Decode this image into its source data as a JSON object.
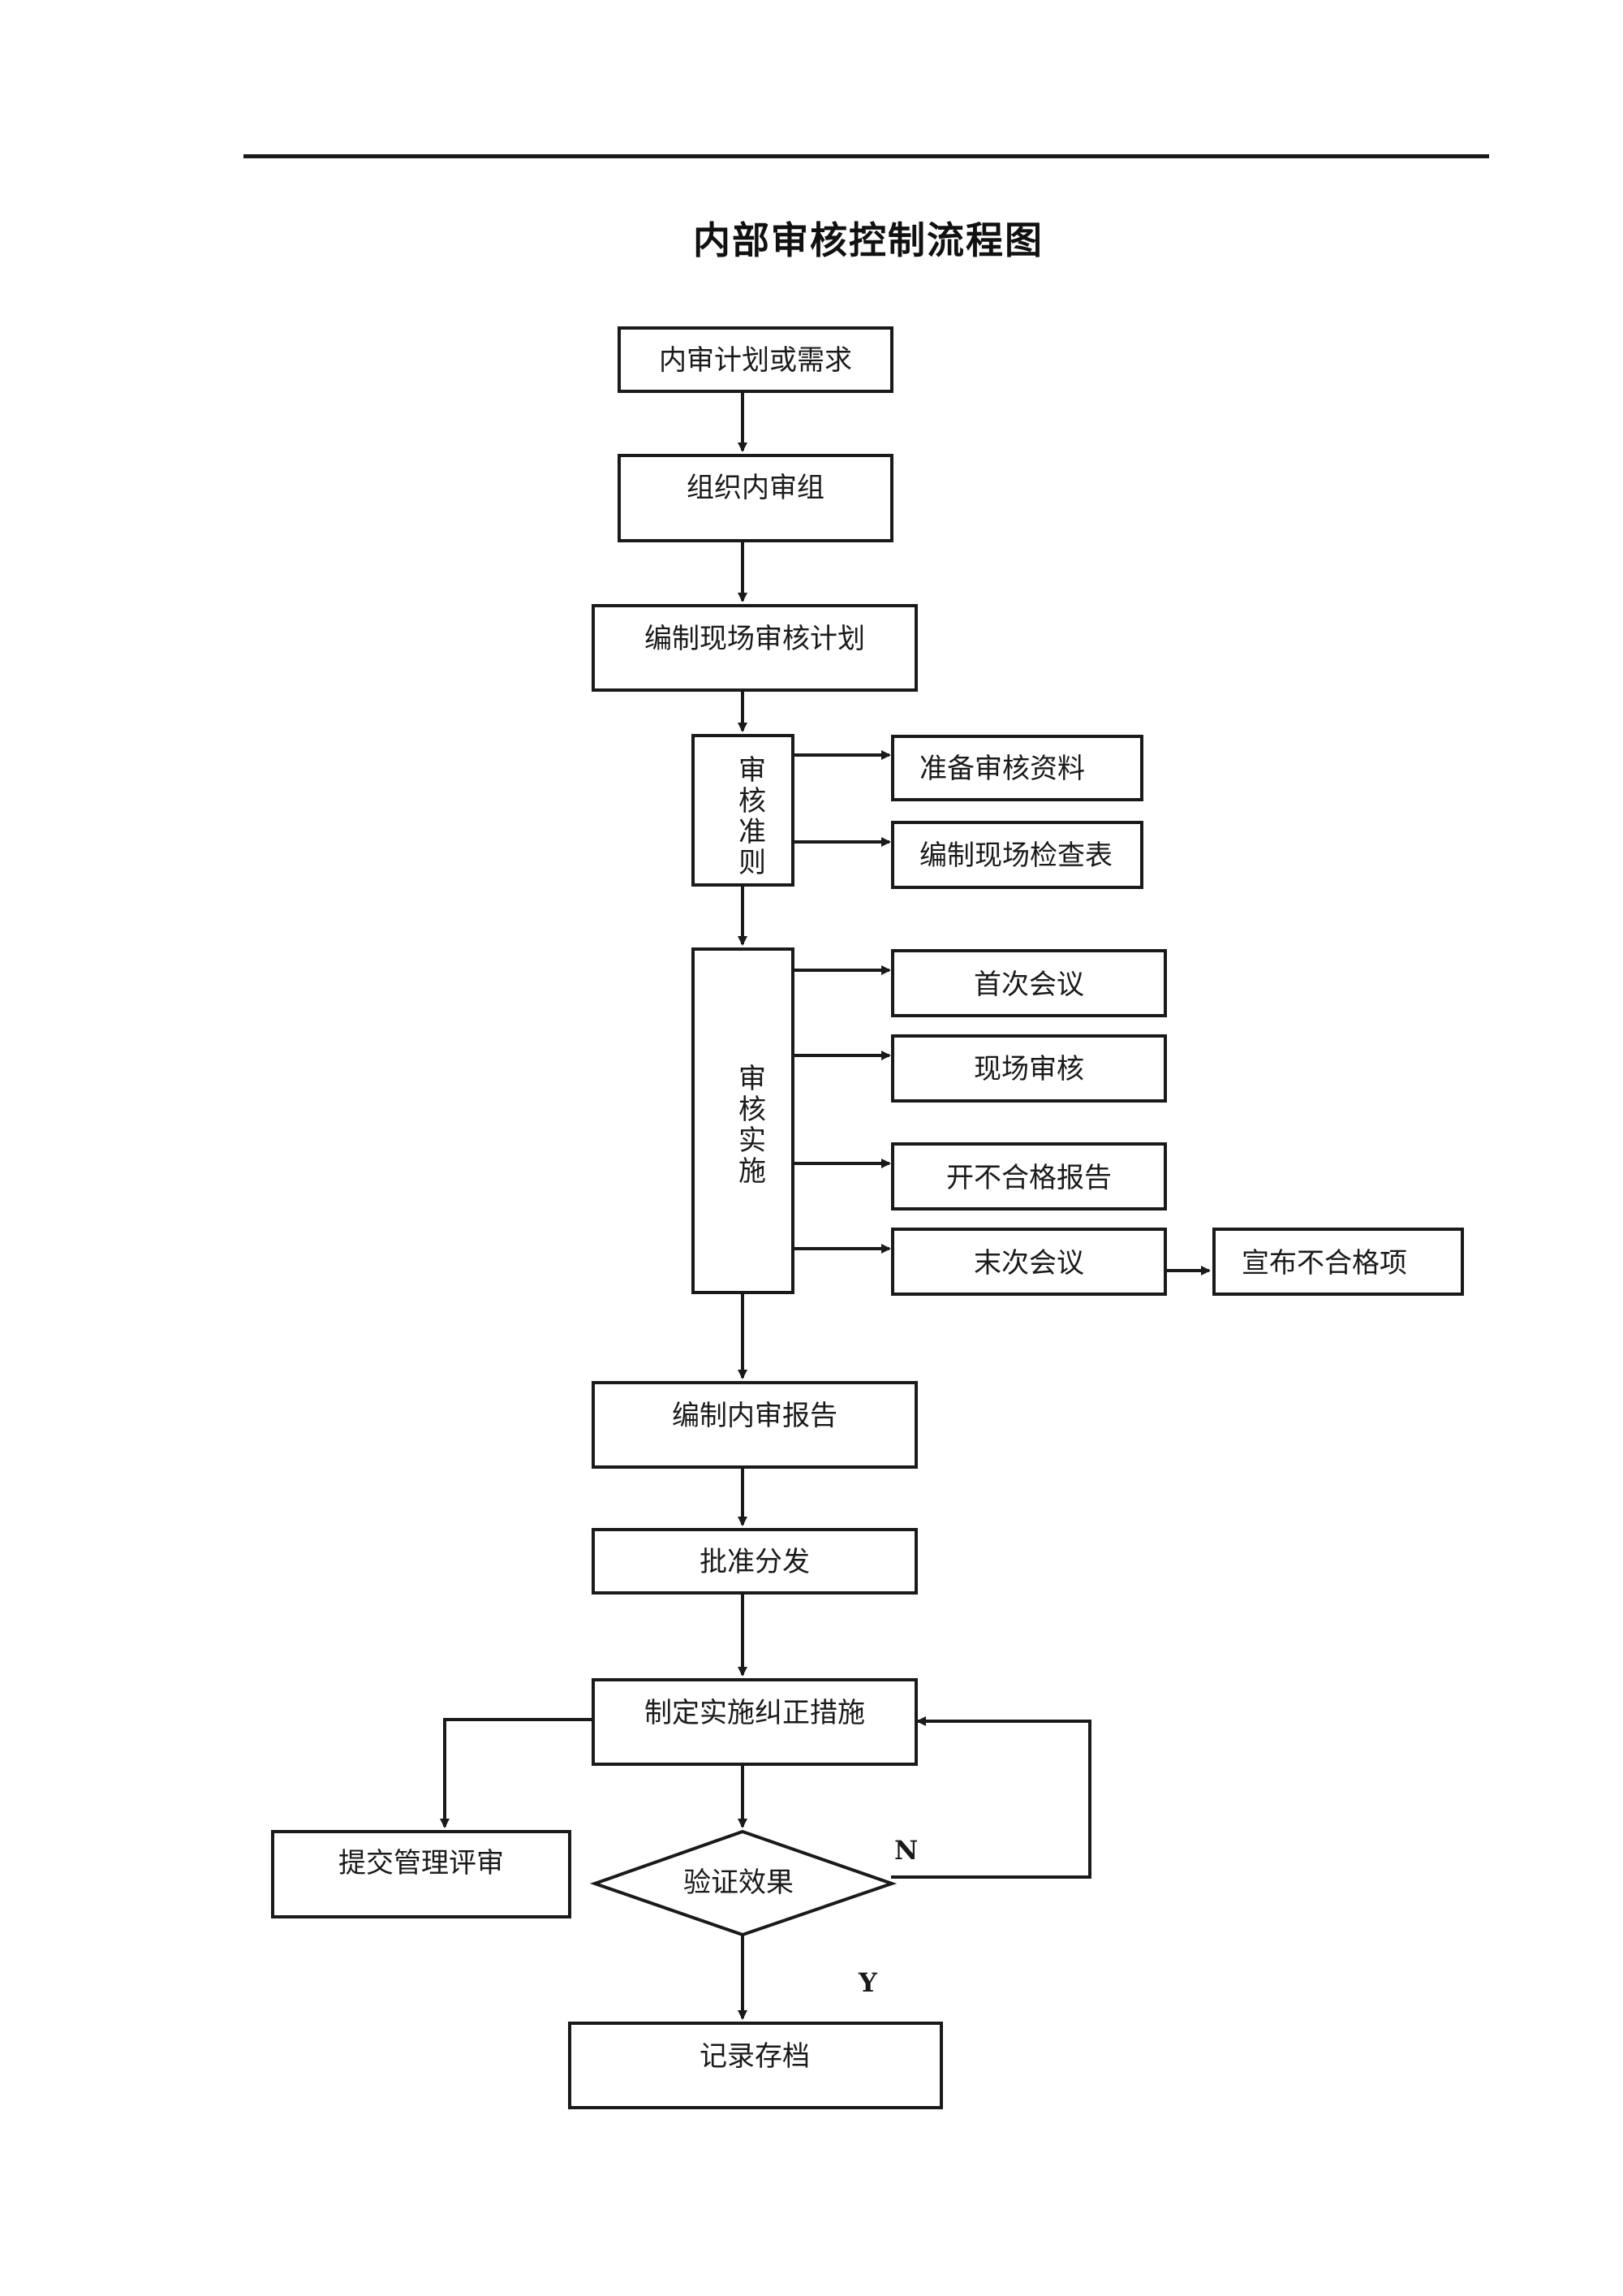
{
  "title": "内部审核控制流程图",
  "nodes": {
    "plan_or_need": "内审计划或需求",
    "organize_team": "组织内审组",
    "prepare_onsite_plan": "编制现场审核计划",
    "audit_criteria": "审核准则",
    "prepare_materials": "准备审核资料",
    "prepare_checklist": "编制现场检查表",
    "audit_implementation": "审核实施",
    "opening_meeting": "首次会议",
    "onsite_audit": "现场审核",
    "issue_nc_report": "开不合格报告",
    "closing_meeting": "末次会议",
    "announce_nc": "宣布不合格项",
    "prepare_report": "编制内审报告",
    "approve_distribute": "批准分发",
    "corrective_actions": "制定实施纠正措施",
    "management_review": "提交管理评审",
    "verify_effect": "验证效果",
    "record_archive": "记录存档"
  },
  "branch_labels": {
    "no": "N",
    "yes": "Y"
  }
}
